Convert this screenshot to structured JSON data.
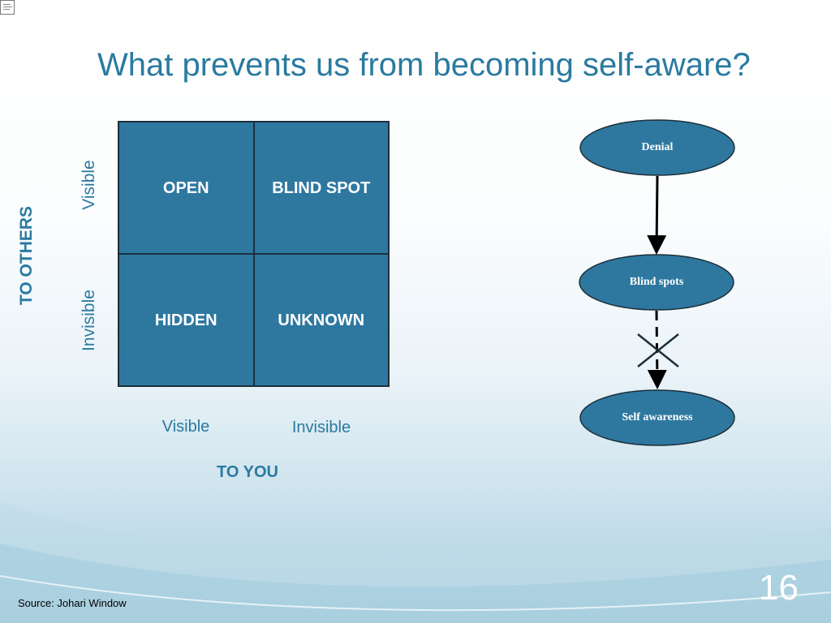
{
  "slide": {
    "title": "What prevents us from becoming self-aware?",
    "page_number": "16",
    "source": "Source: Johari Window"
  },
  "johari": {
    "cells": {
      "open": "OPEN",
      "blind_spot": "BLIND SPOT",
      "hidden": "HIDDEN",
      "unknown": "UNKNOWN"
    },
    "y_axis": {
      "label": "TO OTHERS",
      "ticks": [
        "Visible",
        "Invisible"
      ]
    },
    "x_axis": {
      "label": "TO YOU",
      "ticks": [
        "Visible",
        "Invisible"
      ]
    },
    "cell_color": "#2e78a0",
    "text_color": "#2a7aa0"
  },
  "flow": {
    "nodes": [
      "Denial",
      "Blind spots",
      "Self awareness"
    ],
    "node_color": "#2e78a0",
    "edges": [
      {
        "from": "Denial",
        "to": "Blind spots",
        "style": "solid"
      },
      {
        "from": "Blind spots",
        "to": "Self awareness",
        "style": "dashed",
        "blocked": true
      }
    ]
  }
}
